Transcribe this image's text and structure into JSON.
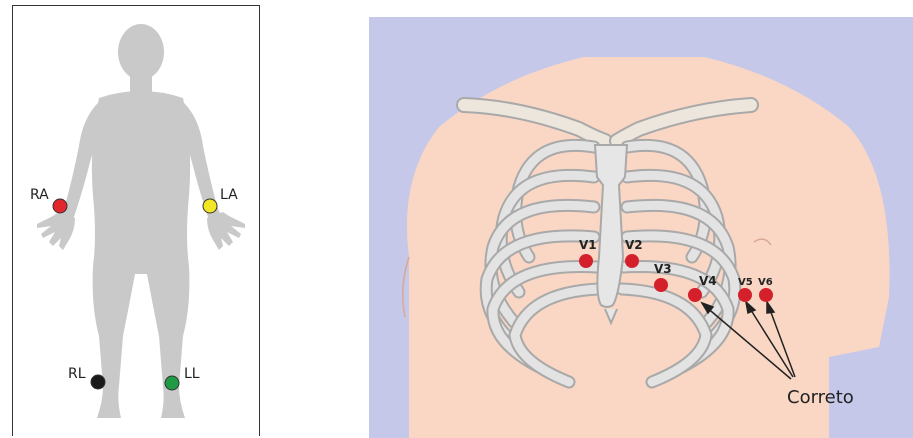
{
  "limb_diagram": {
    "labels": {
      "ra": "RA",
      "la": "LA",
      "rl": "RL",
      "ll": "LL"
    },
    "colors": {
      "ra": "#e3262b",
      "la": "#f3e624",
      "rl": "#1a1a1a",
      "ll": "#1f9a45",
      "body": "#c9c9c9"
    }
  },
  "chest_diagram": {
    "labels": {
      "v1": "V1",
      "v2": "V2",
      "v3": "V3",
      "v4": "V4",
      "v5": "V5",
      "v6": "V6"
    },
    "annotation": "Correto",
    "colors": {
      "background": "#c5c8e8",
      "skin": "#f9d7c4",
      "electrode": "#d4202a"
    }
  }
}
